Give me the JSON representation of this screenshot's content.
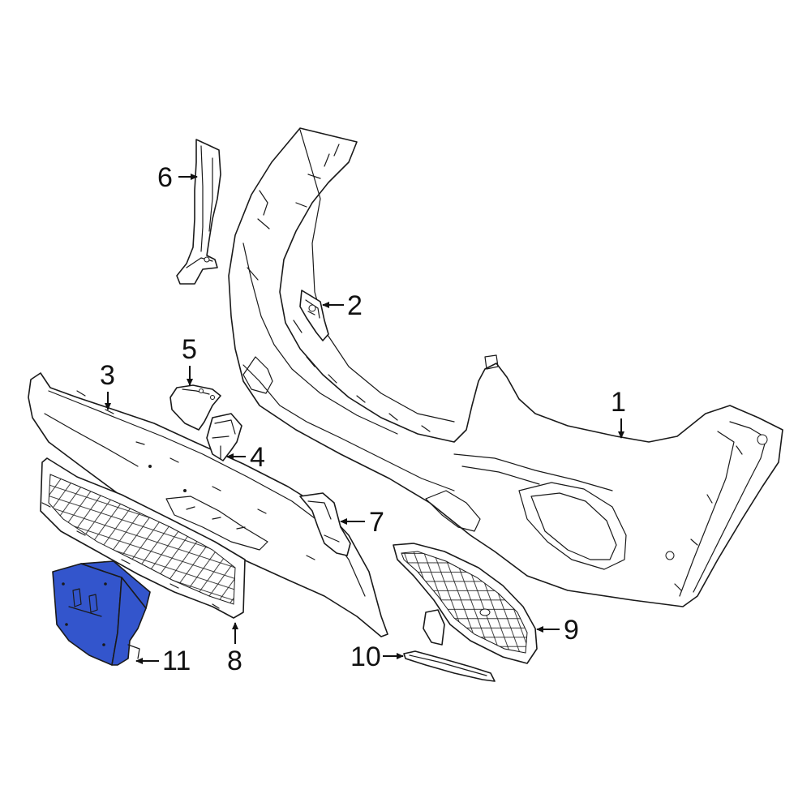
{
  "diagram": {
    "highlight_color": "#3355cc",
    "highlighted_part": "11",
    "callouts": [
      {
        "id": "1",
        "label": "1"
      },
      {
        "id": "2",
        "label": "2"
      },
      {
        "id": "3",
        "label": "3"
      },
      {
        "id": "4",
        "label": "4"
      },
      {
        "id": "5",
        "label": "5"
      },
      {
        "id": "6",
        "label": "6"
      },
      {
        "id": "7",
        "label": "7"
      },
      {
        "id": "8",
        "label": "8"
      },
      {
        "id": "9",
        "label": "9"
      },
      {
        "id": "10",
        "label": "10"
      },
      {
        "id": "11",
        "label": "11"
      }
    ]
  }
}
